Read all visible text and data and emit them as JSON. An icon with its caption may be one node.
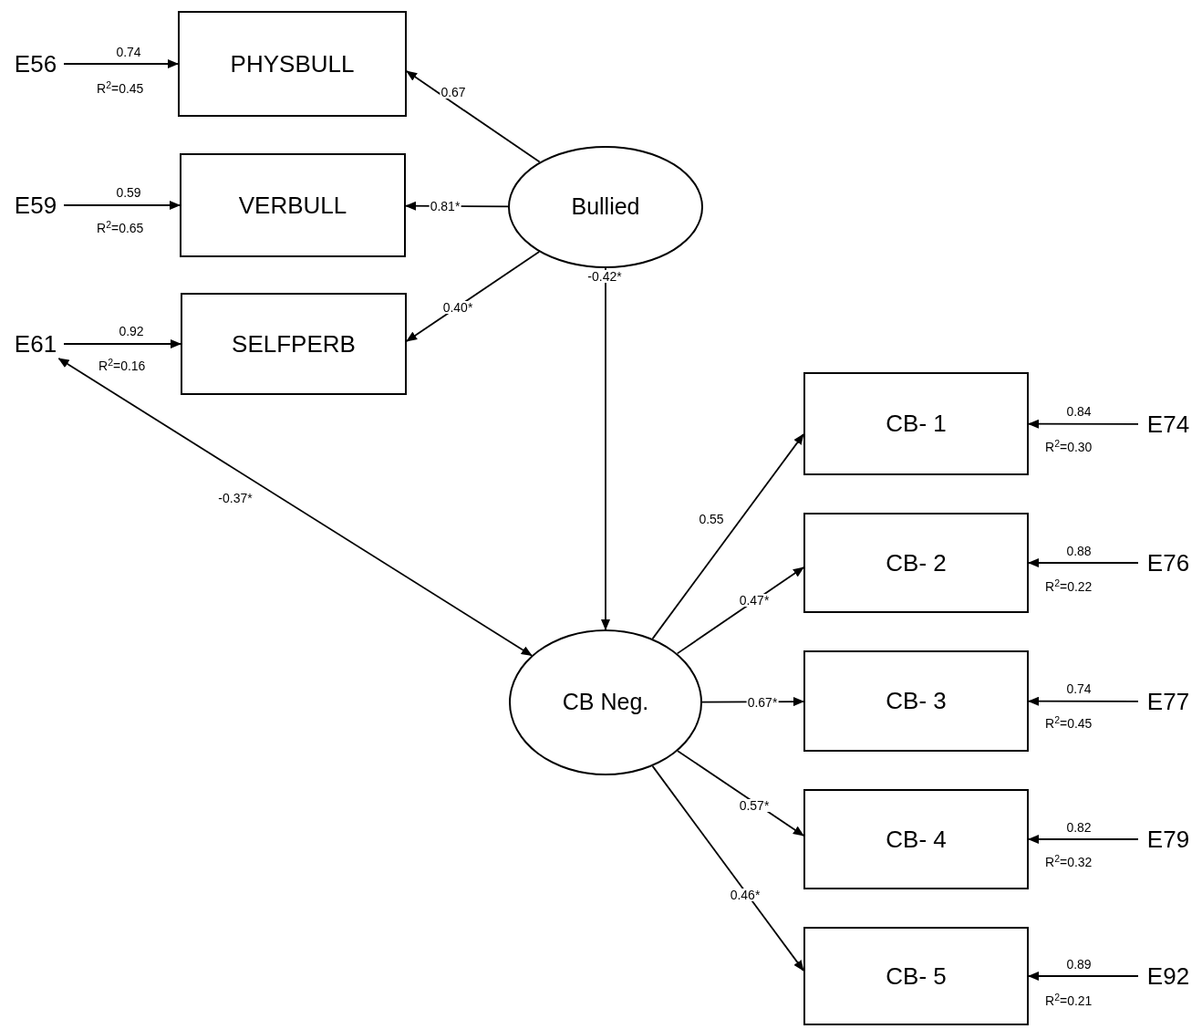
{
  "diagram": {
    "nodes": [
      {
        "text": [
          "E56"
        ]
      },
      {
        "text": [
          "PHYSBULL"
        ],
        "beside": [
          "R$^{2}$=0.45"
        ]
      },
      {
        "text": [
          "E59"
        ]
      },
      {
        "text": [
          "VERBULL"
        ],
        "beside": [
          "R$^{2}$=0.65"
        ]
      },
      {
        "text": [
          "Bullied"
        ]
      },
      {
        "text": [
          "E61"
        ]
      },
      {
        "text": [
          "SELFPERB"
        ],
        "beside": [
          "R$^{2}$=0.16"
        ]
      },
      {
        "text": [
          "CB- 1"
        ],
        "beside": [
          "R$^{2}$=0.30"
        ]
      },
      {
        "text": [
          "E74"
        ]
      },
      {
        "text": [
          "CB- 2"
        ],
        "beside": [
          "R$^{2}$=0.22"
        ]
      },
      {
        "text": [
          "E76"
        ]
      },
      {
        "text": [
          "CB Neg."
        ]
      },
      {
        "text": [
          "CB- 3"
        ],
        "beside": [
          "R$^{2}$=0.45"
        ]
      },
      {
        "text": [
          "E77"
        ]
      },
      {
        "text": [
          "CB- 4"
        ],
        "beside": [
          "R$^{2}$=0.32"
        ]
      },
      {
        "text": [
          "E79"
        ]
      },
      {
        "text": [
          "CB- 5"
        ],
        "beside": [
          "R$^{2}$=0.21"
        ]
      },
      {
        "text": [
          "E92"
        ]
      }
    ],
    "edges": [
      {
        "from": 0,
        "to": 1,
        "arrow": "to",
        "label": "0.74"
      },
      {
        "from": 2,
        "to": 3,
        "arrow": "to",
        "label": "0.59"
      },
      {
        "from": 5,
        "to": 6,
        "arrow": "to",
        "label": "0.92"
      },
      {
        "from": 4,
        "to": 1,
        "arrow": "to",
        "label": "0.67"
      },
      {
        "from": 4,
        "to": 3,
        "arrow": "to",
        "label": "0.81*"
      },
      {
        "from": 4,
        "to": 6,
        "arrow": "to",
        "label": "0.40*"
      },
      {
        "from": 4,
        "to": 11,
        "arrow": "to",
        "label": "-0.42*"
      },
      {
        "from": 5,
        "to": 11,
        "arrow": "both",
        "label": "-0.37*"
      },
      {
        "from": 11,
        "to": 7,
        "arrow": "to",
        "label": "0.55"
      },
      {
        "from": 11,
        "to": 9,
        "arrow": "to",
        "label": "0.47*"
      },
      {
        "from": 11,
        "to": 12,
        "arrow": "to",
        "label": "0.67*"
      },
      {
        "from": 11,
        "to": 14,
        "arrow": "to",
        "label": "0.57*"
      },
      {
        "from": 11,
        "to": 16,
        "arrow": "to",
        "label": "0.46*"
      },
      {
        "from": 8,
        "to": 7,
        "arrow": "to",
        "label": "0.84"
      },
      {
        "from": 10,
        "to": 9,
        "arrow": "to",
        "label": "0.88"
      },
      {
        "from": 13,
        "to": 12,
        "arrow": "to",
        "label": "0.74"
      },
      {
        "from": 15,
        "to": 14,
        "arrow": "to",
        "label": "0.82"
      },
      {
        "from": 17,
        "to": 16,
        "arrow": "to",
        "label": "0.89"
      }
    ]
  }
}
